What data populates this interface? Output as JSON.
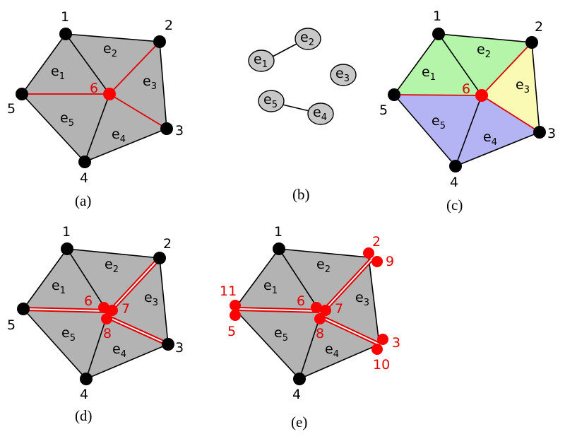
{
  "colors": {
    "gray": "#b3b3b3",
    "red": "#ff0000",
    "green": "#b4f5aa",
    "yellow": "#fafab4",
    "blue": "#b4b4f5",
    "oval": "#c8c8c8"
  },
  "panels": {
    "a": {
      "caption": "(a)",
      "nodes": [
        "1",
        "2",
        "3",
        "4",
        "5",
        "6"
      ],
      "elements": [
        {
          "base": "e",
          "sub": "1"
        },
        {
          "base": "e",
          "sub": "2"
        },
        {
          "base": "e",
          "sub": "3"
        },
        {
          "base": "e",
          "sub": "4"
        },
        {
          "base": "e",
          "sub": "5"
        }
      ]
    },
    "b": {
      "caption": "(b)",
      "elements": [
        {
          "base": "e",
          "sub": "1"
        },
        {
          "base": "e",
          "sub": "2"
        },
        {
          "base": "e",
          "sub": "3"
        },
        {
          "base": "e",
          "sub": "5"
        },
        {
          "base": "e",
          "sub": "4"
        }
      ]
    },
    "c": {
      "caption": "(c)",
      "nodes": [
        "1",
        "2",
        "3",
        "4",
        "5",
        "6"
      ],
      "elements": [
        {
          "base": "e",
          "sub": "1"
        },
        {
          "base": "e",
          "sub": "2"
        },
        {
          "base": "e",
          "sub": "3"
        },
        {
          "base": "e",
          "sub": "4"
        },
        {
          "base": "e",
          "sub": "5"
        }
      ]
    },
    "d": {
      "caption": "(d)",
      "nodes": [
        "1",
        "2",
        "3",
        "4",
        "5",
        "6",
        "7",
        "8"
      ],
      "elements": [
        {
          "base": "e",
          "sub": "1"
        },
        {
          "base": "e",
          "sub": "2"
        },
        {
          "base": "e",
          "sub": "3"
        },
        {
          "base": "e",
          "sub": "4"
        },
        {
          "base": "e",
          "sub": "5"
        }
      ]
    },
    "e": {
      "caption": "(e)",
      "nodes": [
        "1",
        "2",
        "3",
        "4",
        "5",
        "6",
        "7",
        "8",
        "9",
        "10",
        "11"
      ],
      "elements": [
        {
          "base": "e",
          "sub": "1"
        },
        {
          "base": "e",
          "sub": "2"
        },
        {
          "base": "e",
          "sub": "3"
        },
        {
          "base": "e",
          "sub": "4"
        },
        {
          "base": "e",
          "sub": "5"
        }
      ]
    }
  }
}
